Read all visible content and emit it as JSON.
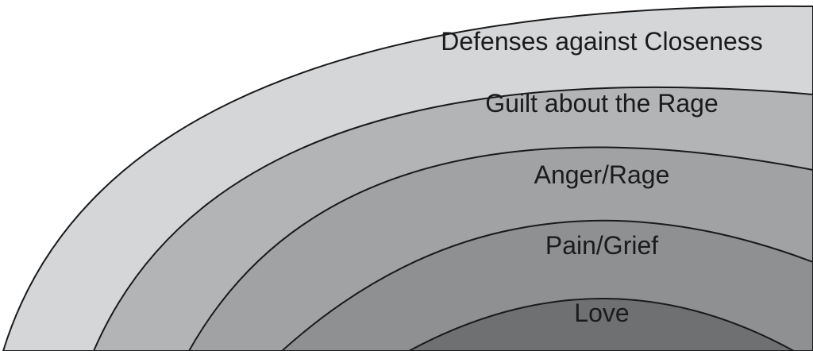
{
  "layers": [
    {
      "label": "Defenses against Closeness",
      "color": "#d5d6d8"
    },
    {
      "label": "Guilt about the Rage",
      "color": "#b3b4b6"
    },
    {
      "label": "Anger/Rage",
      "color": "#a1a2a4"
    },
    {
      "label": "Pain/Grief",
      "color": "#8f9092"
    },
    {
      "label": "Love",
      "color": "#6f7072"
    }
  ]
}
